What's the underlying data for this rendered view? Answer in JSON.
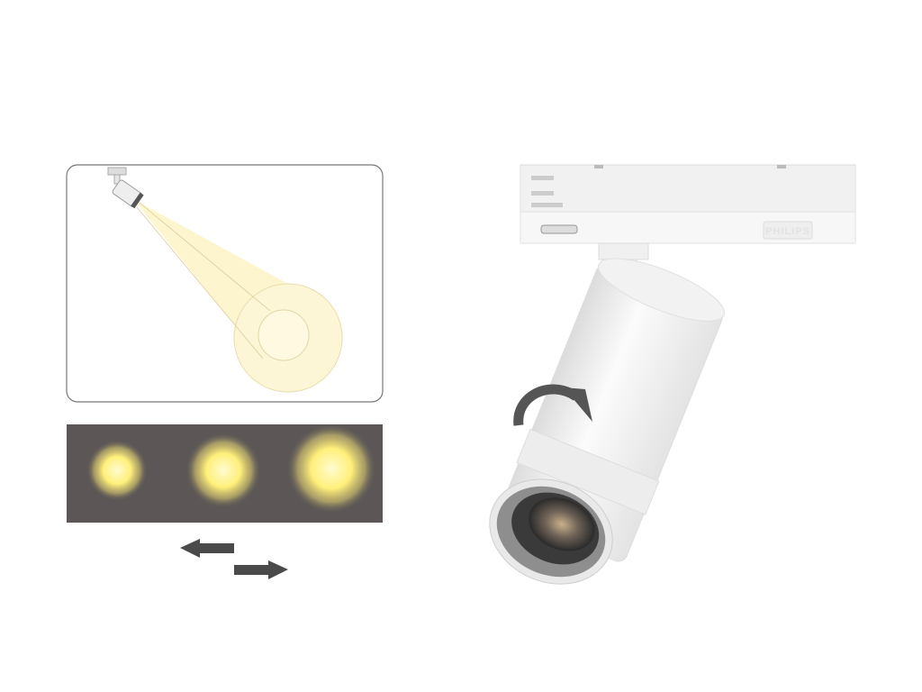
{
  "product": {
    "logo_text": "PHILIPS",
    "beam_sizes": [
      "narrow",
      "medium",
      "wide"
    ],
    "colors": {
      "beam": "#fdf3c4",
      "strip": "#5c5756",
      "glow": "#fff27a",
      "arrow": "#4a4a4a",
      "body": "#f4f4f4"
    }
  }
}
